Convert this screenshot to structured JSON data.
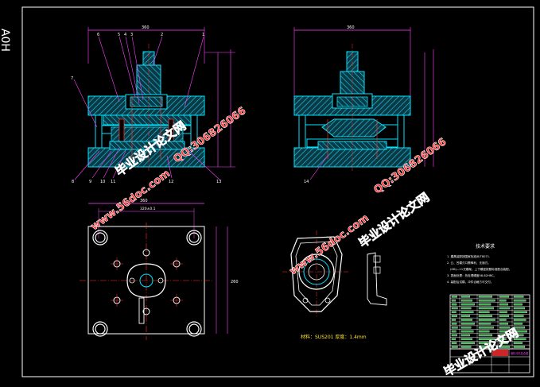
{
  "sheet": {
    "size_label": "A0H",
    "colors": {
      "background": "#000000",
      "frame": "#ffffff",
      "part": "#00e5ff",
      "hatch": "#00c8ff",
      "dim": "#ff40ff",
      "center": "#ff3030",
      "text": "#ffffff",
      "table_green": "#39d353",
      "table_yellow": "#ffe033"
    }
  },
  "front_view": {
    "top_dim": "360",
    "balloons": [
      "6",
      "5",
      "4",
      "3",
      "2",
      "1",
      "7",
      "8",
      "9",
      "10",
      "11",
      "12",
      "13"
    ]
  },
  "side_view": {
    "top_dim": "360",
    "balloons": [
      "14"
    ]
  },
  "plan_view": {
    "outer_dim": "360",
    "inner_dim": "320±0.1",
    "side_dim": "260"
  },
  "part_drawing": {
    "material_note": "材料：SUS201  厚度：1.4mm"
  },
  "tech_requirements": {
    "title": "技术要求",
    "lines": [
      "1. 模具装配按国家标准JB/T8071.",
      "2. 凸、凹模刃口需锋利，无崩刃。",
      "(GB)—11式模架。上下模座按照标准配合装配。",
      "3. 表面处理：热处理硬度58-62HRC。",
      "4. 装配后试模，冲件合格方可交付。"
    ]
  },
  "title_block": {
    "title_cell": "落料冲孔复合模"
  },
  "watermarks": {
    "site": "www.56doc.com",
    "qq": "QQ:306826066",
    "brand": "毕业设计论文网"
  }
}
